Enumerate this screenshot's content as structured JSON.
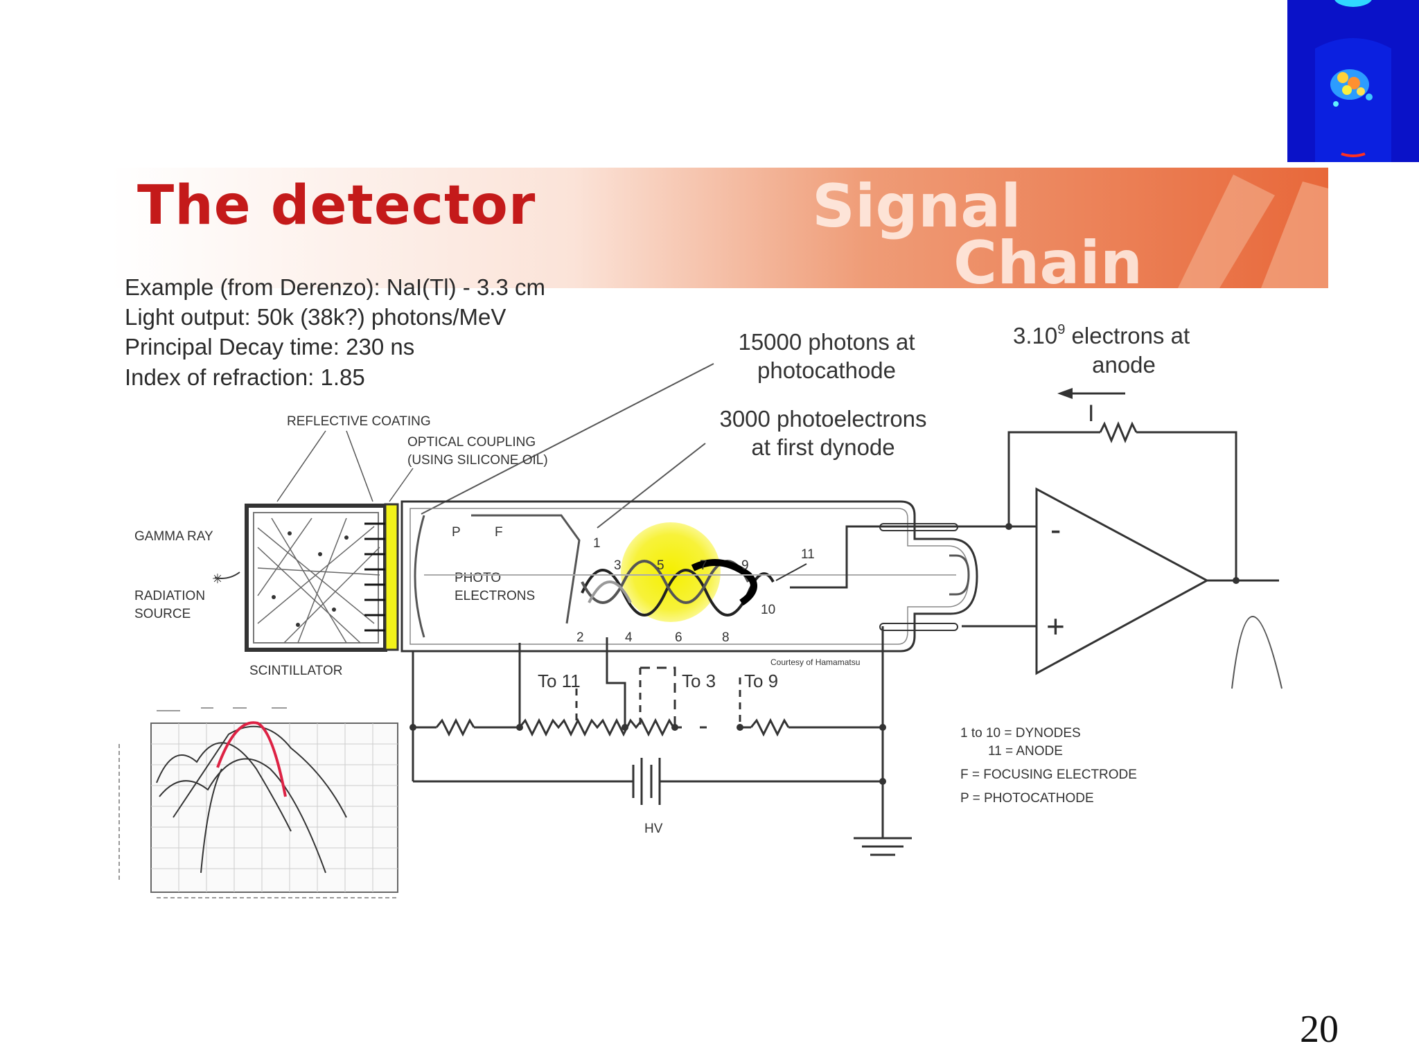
{
  "slide": {
    "title": "The detector",
    "banner_words": [
      "Signal",
      "Chain"
    ],
    "page_number": "20"
  },
  "specs": [
    "Example (from Derenzo): NaI(Tl) - 3.3 cm",
    "Light output: 50k (38k?) photons/MeV",
    "Principal Decay time: 230 ns",
    "Index of refraction: 1.85"
  ],
  "callouts": {
    "photons_line1": "15000 photons at",
    "photons_line2": "photocathode",
    "photoelectrons_line1": "3000 photoelectrons",
    "photoelectrons_line2": "at first dynode",
    "electrons_line1_prefix": "3.10",
    "electrons_exponent": "9",
    "electrons_line1_suffix": " electrons at",
    "electrons_line2": "anode",
    "current_label": "I"
  },
  "pmt_labels": {
    "reflective_coating": "REFLECTIVE COATING",
    "optical_coupling_1": "OPTICAL COUPLING",
    "optical_coupling_2": "(USING SILICONE OIL)",
    "gamma_ray": "GAMMA RAY",
    "radiation_source_1": "RADIATION",
    "radiation_source_2": "SOURCE",
    "scintillator": "SCINTILLATOR",
    "photo": "PHOTO",
    "electrons": "ELECTRONS",
    "p": "P",
    "f": "F",
    "courtesy": "Courtesy of Hamamatsu",
    "to_11": "To 11",
    "to_3": "To 3",
    "to_9": "To 9",
    "hv": "HV",
    "dynodes": [
      "1",
      "2",
      "3",
      "4",
      "5",
      "6",
      "7",
      "8",
      "9",
      "10",
      "11"
    ]
  },
  "opamp": {
    "minus": "-",
    "plus": "+"
  },
  "legend": [
    "1 to 10 = DYNODES",
    "11 = ANODE",
    "F = FOCUSING ELECTRODE",
    "P = PHOTOCATHODE"
  ],
  "colors": {
    "title_red": "#c41a1a",
    "banner_orange": "#e8683a",
    "scint_yellow": "#f2f21a",
    "dynode_glow": "#f5f000",
    "spectrum_red": "#dd2244"
  }
}
